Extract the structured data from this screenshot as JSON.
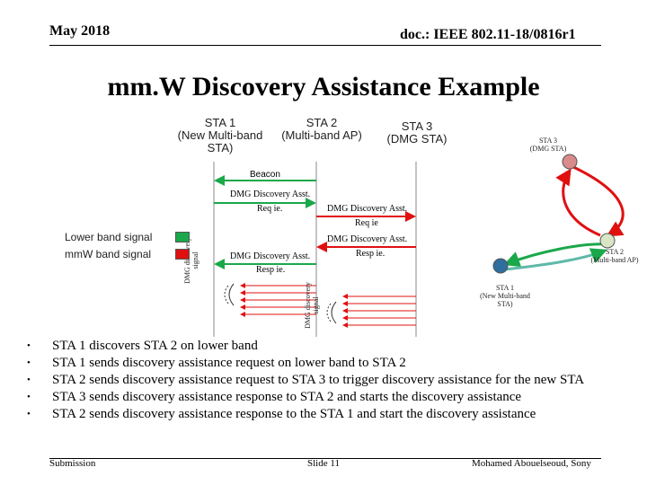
{
  "header": {
    "date": "May 2018",
    "doc_id": "doc.: IEEE 802.11-18/0816r1"
  },
  "title": "mm.W Discovery Assistance Example",
  "diagram": {
    "stations": [
      {
        "line1": "STA 1",
        "line2": "(New Multi-band",
        "line3": "STA)"
      },
      {
        "line1": "STA 2",
        "line2": "(Multi-band AP)"
      },
      {
        "line1": "STA 3",
        "line2": "(DMG STA)"
      }
    ],
    "messages": {
      "beacon": "Beacon",
      "dmg_req_1": "DMG Discovery Asst.",
      "dmg_req_1b": "Req ie.",
      "dmg_req_2": "DMG Discovery Asst.",
      "dmg_req_2b": "Req ie",
      "dmg_resp_3": "DMG Discovery Asst.",
      "dmg_resp_3b": "Resp ie.",
      "dmg_resp_2": "DMG Discovery Asst.",
      "dmg_resp_2b": "Resp ie."
    },
    "legend": [
      {
        "label": "Lower band signal",
        "color": "#1aa84a"
      },
      {
        "label": "mmW band signal",
        "color": "#e01010"
      }
    ],
    "rotated": {
      "left": "DMG discovery signal",
      "right": "DMG discovery signal"
    },
    "topology": {
      "sta3": {
        "line1": "STA 3",
        "line2": "(DMG STA)"
      },
      "sta2": {
        "line1": "STA 2",
        "line2": "(Multi-band AP)"
      },
      "sta1": {
        "line1": "STA 1",
        "line2": "(New Multi-band",
        "line3": "STA)"
      }
    },
    "colors": {
      "green": "#1aa84a",
      "red": "#e01010",
      "node_sta3": "#d98a8a",
      "node_sta2": "#d9e6c6",
      "node_sta1": "#2e6fa0"
    }
  },
  "bullets": [
    "STA 1 discovers STA 2 on lower band",
    "STA 1 sends discovery assistance request on lower band to STA 2",
    "STA 2 sends discovery assistance request to STA 3 to trigger discovery assistance for the new STA",
    "STA 3 sends discovery assistance response to STA 2 and starts the discovery assistance",
    "STA 2 sends discovery assistance response to the STA 1 and start the discovery assistance"
  ],
  "footer": {
    "left": "Submission",
    "center": "Slide 11",
    "right": "Mohamed Abouelseoud, Sony"
  }
}
